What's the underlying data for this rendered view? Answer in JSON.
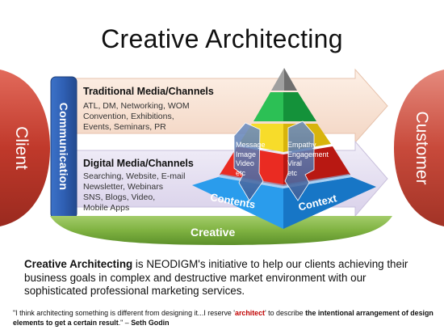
{
  "title": "Creative Architecting",
  "client_label": "Client",
  "customer_label": "Customer",
  "communication_label": "Communication",
  "traditional": {
    "title": "Traditional  Media/Channels",
    "lines": [
      "ATL, DM, Networking, WOM",
      "Convention, Exhibitions,",
      "Events, Seminars, PR"
    ]
  },
  "digital": {
    "title": "Digital Media/Channels",
    "lines": [
      "Searching, Website, E-mail",
      "Newsletter, Webinars",
      "SNS, Blogs, Video,",
      "Mobile Apps"
    ]
  },
  "message_arrow": [
    "Message",
    "Image",
    "Video",
    "etc"
  ],
  "empathy_arrow": [
    "Empathy",
    "Engagement",
    "Viral",
    "etc"
  ],
  "contents_label": "Contents",
  "context_label": "Context",
  "creative_label": "Creative",
  "description": {
    "lead": "Creative Architecting",
    "text": " is NEODIGM's initiative to help our clients achieving their business goals in complex and destructive market environment with our sophisticated professional marketing services."
  },
  "quote": {
    "part1": "\"I think architecting something is different from designing it...I reserve '",
    "highlight": "architect",
    "part2": "' to describe ",
    "bold": "the intentional arrangement of design elements to get a certain result",
    "part3": ".\" – ",
    "author": "Seth Godin"
  },
  "colors": {
    "client_red": "#c0392b",
    "communication_blue": "#2f5fb3",
    "creative_green": "#7fb241",
    "pyramid_top": "#8c8c8c",
    "pyramid_green": "#1fb14a",
    "pyramid_yellow": "#f2d21b",
    "pyramid_red": "#e0231b",
    "pyramid_blue": "#1f8ee0",
    "quote_highlight": "#c00000"
  }
}
